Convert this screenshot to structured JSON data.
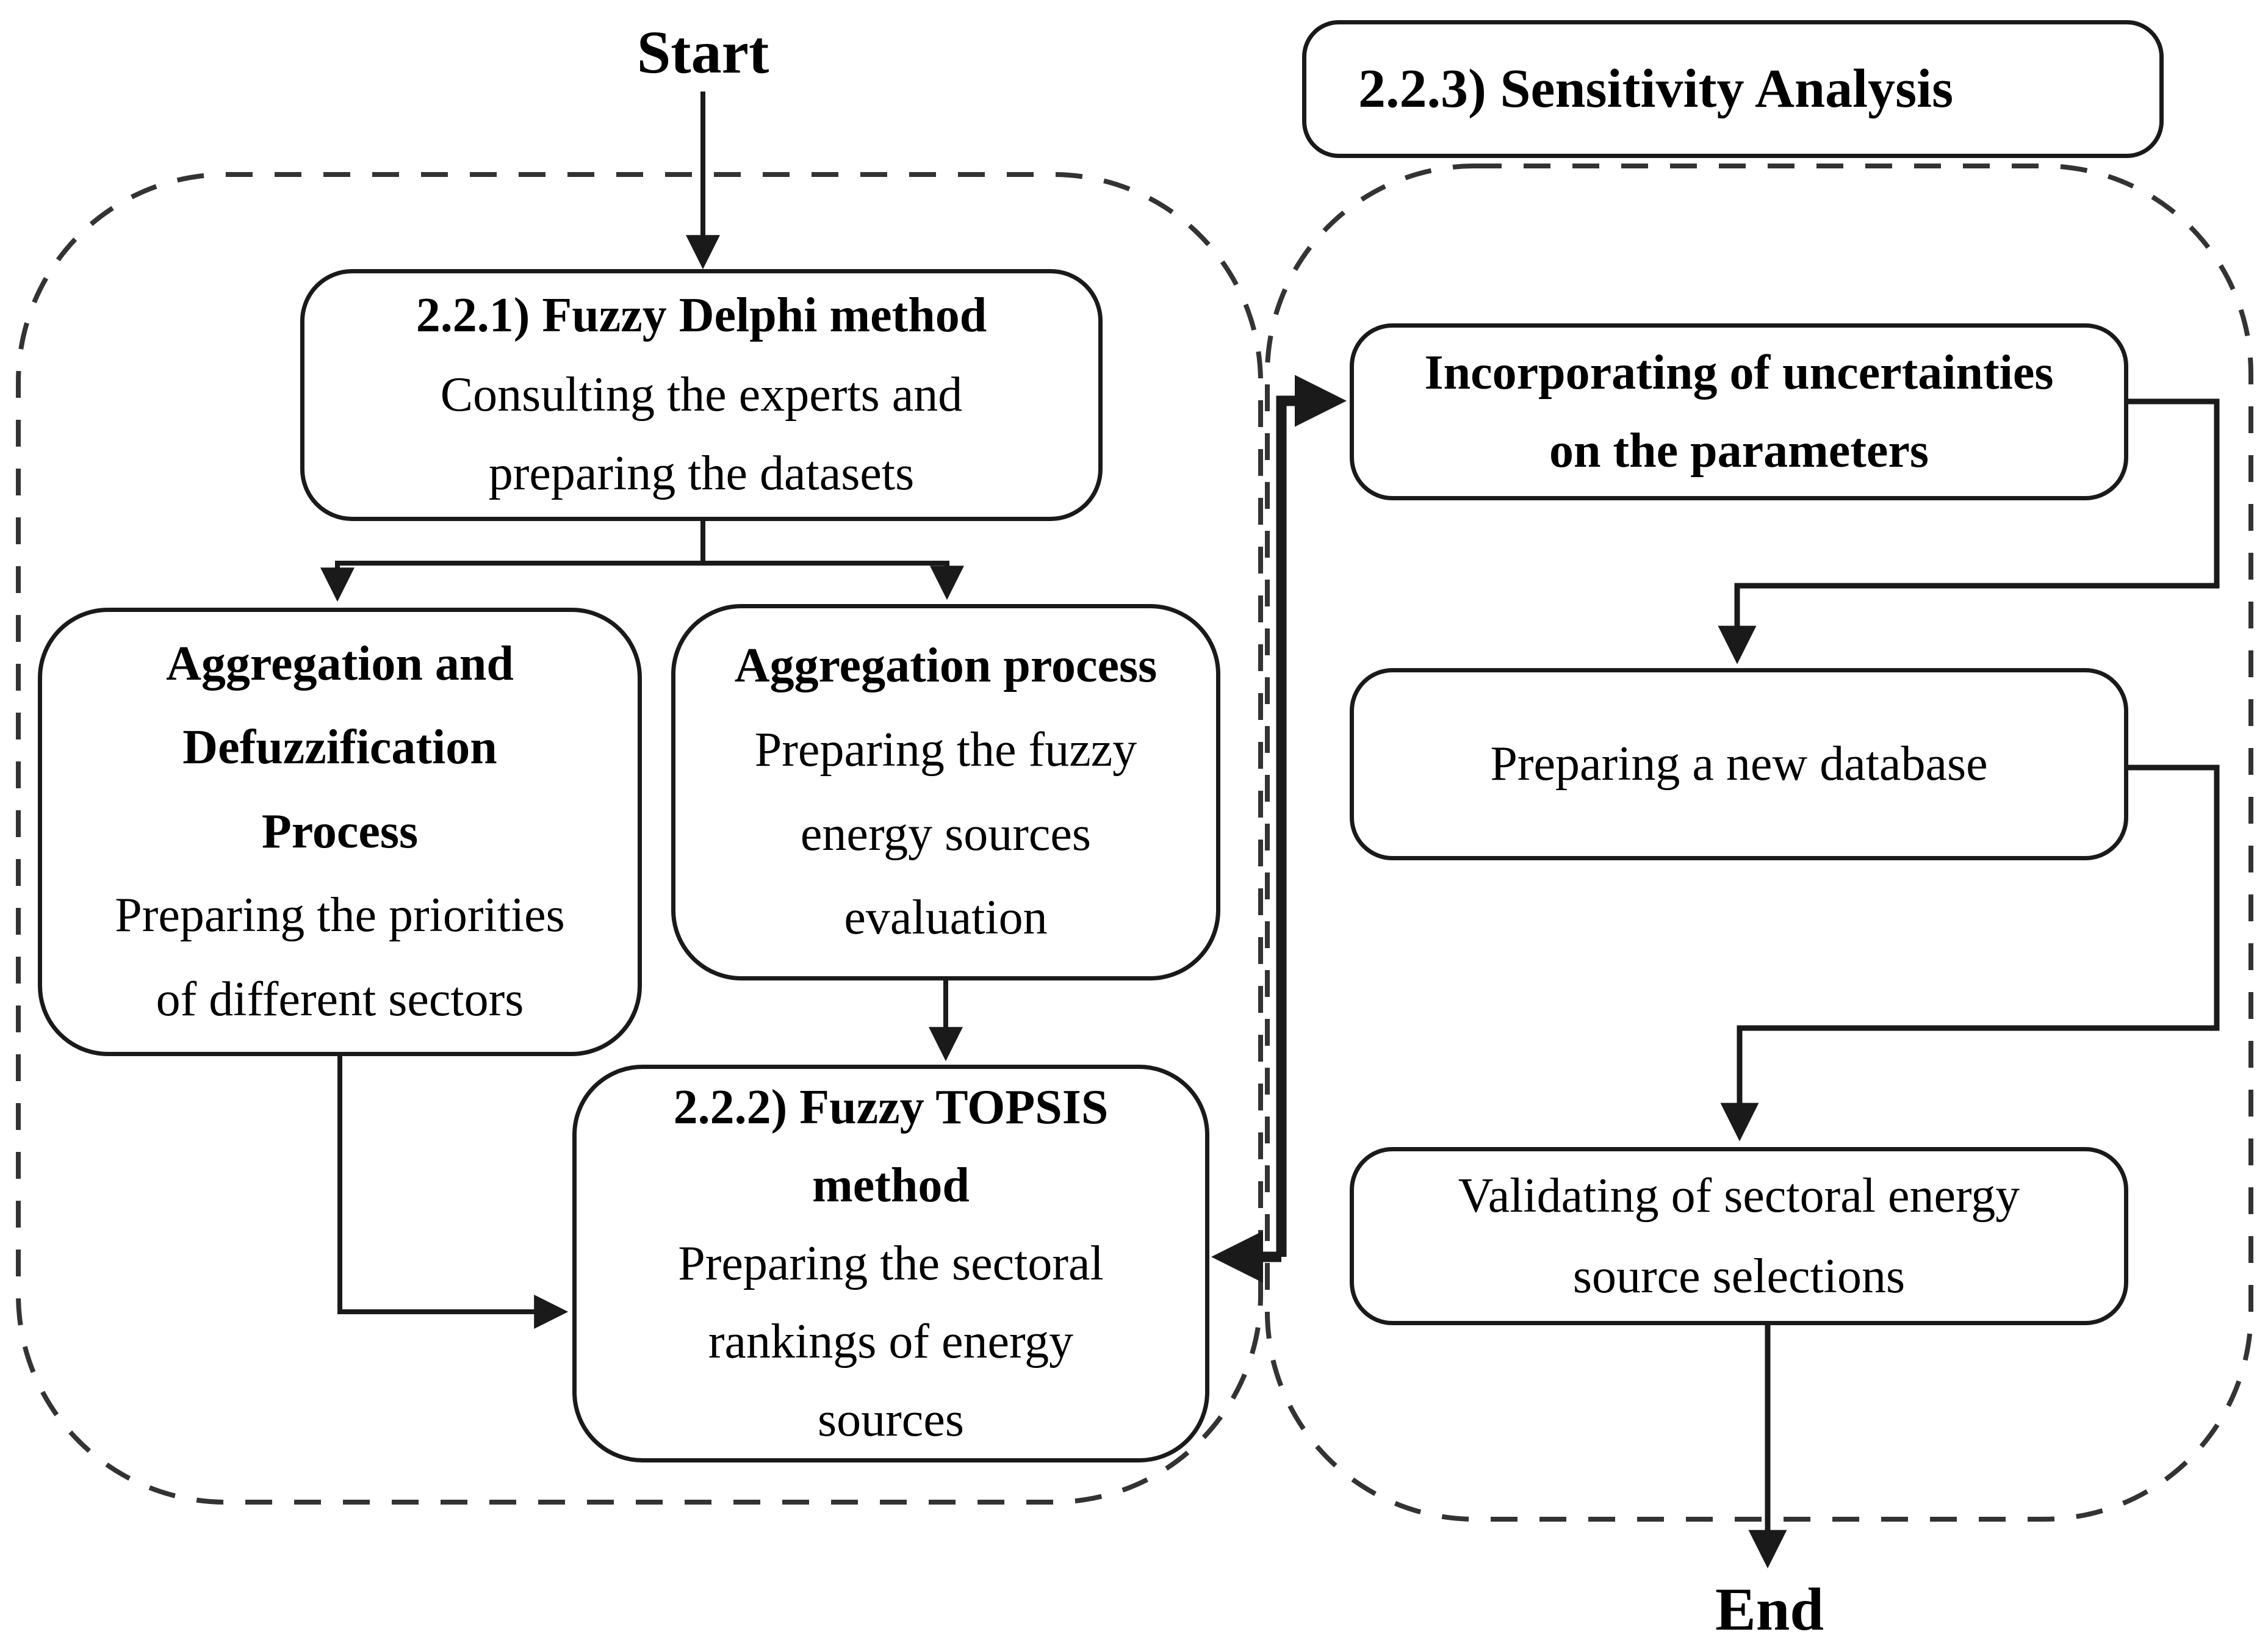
{
  "flowchart": {
    "start_label": "Start",
    "end_label": "End",
    "left_group": {
      "fuzzy_delphi": {
        "title": "2.2.1) Fuzzy Delphi method",
        "body": "Consulting the experts and\npreparing the datasets"
      },
      "aggregation_defuzzification": {
        "title": "Aggregation and\nDefuzzification\nProcess",
        "body": "Preparing the priorities\nof different sectors"
      },
      "aggregation_process": {
        "title": "Aggregation process",
        "body": "Preparing the fuzzy\nenergy sources\nevaluation"
      },
      "fuzzy_topsis": {
        "title": "2.2.2) Fuzzy TOPSIS\nmethod",
        "body": "Preparing the sectoral\nrankings of energy\nsources"
      }
    },
    "right_group": {
      "header": "2.2.3) Sensitivity Analysis",
      "incorporating_uncertainties": {
        "title": "Incorporating of uncertainties\non the parameters"
      },
      "preparing_new_database": {
        "body": "Preparing a new database"
      },
      "validating_selections": {
        "body": "Validating of sectoral energy\nsource selections"
      }
    },
    "edges": [
      {
        "from": "start",
        "to": "fuzzy_delphi"
      },
      {
        "from": "fuzzy_delphi",
        "to": "aggregation_defuzzification"
      },
      {
        "from": "fuzzy_delphi",
        "to": "aggregation_process"
      },
      {
        "from": "aggregation_process",
        "to": "fuzzy_topsis"
      },
      {
        "from": "aggregation_defuzzification",
        "to": "fuzzy_topsis"
      },
      {
        "from": "fuzzy_topsis",
        "to": "incorporating_uncertainties"
      },
      {
        "from": "sensitivity_analysis",
        "to": "fuzzy_topsis"
      },
      {
        "from": "incorporating_uncertainties",
        "to": "preparing_new_database"
      },
      {
        "from": "preparing_new_database",
        "to": "validating_selections"
      },
      {
        "from": "validating_selections",
        "to": "end"
      }
    ],
    "colors": {
      "line": "#1a1a1a",
      "box_border": "#1a1a1a",
      "dashed_outline": "#333333",
      "background": "#ffffff"
    }
  }
}
